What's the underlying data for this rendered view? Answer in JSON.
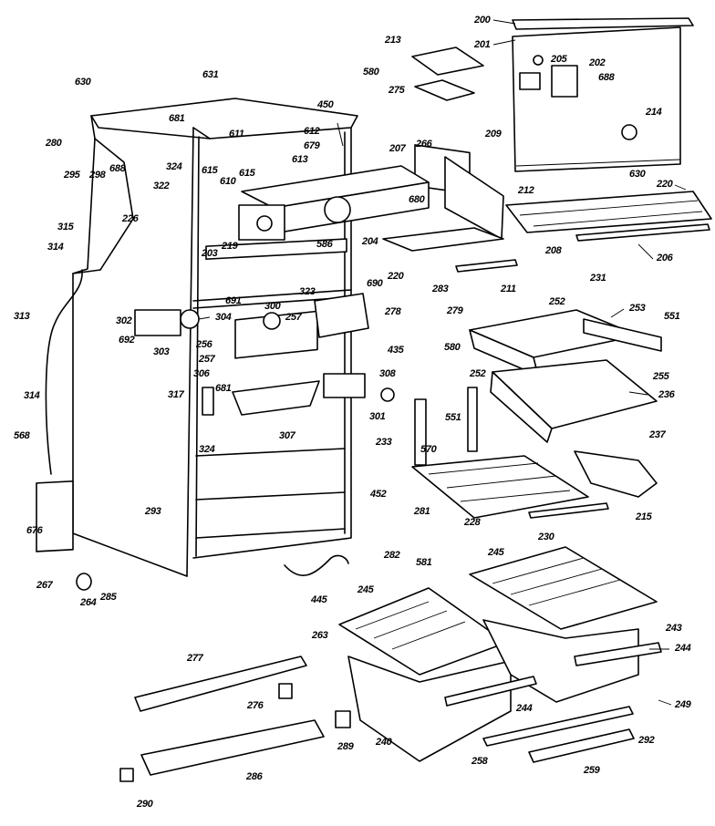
{
  "callouts": [
    {
      "id": "c200",
      "text": "200"
    },
    {
      "id": "c201",
      "text": "201"
    },
    {
      "id": "c205",
      "text": "205"
    },
    {
      "id": "c202",
      "text": "202"
    },
    {
      "id": "c688a",
      "text": "688"
    },
    {
      "id": "c214",
      "text": "214"
    },
    {
      "id": "c630a",
      "text": "630"
    },
    {
      "id": "c220a",
      "text": "220"
    },
    {
      "id": "c208a",
      "text": "208"
    },
    {
      "id": "c206",
      "text": "206"
    },
    {
      "id": "c231",
      "text": "231"
    },
    {
      "id": "c213",
      "text": "213"
    },
    {
      "id": "c266",
      "text": "266"
    },
    {
      "id": "c209",
      "text": "209"
    },
    {
      "id": "c212",
      "text": "212"
    },
    {
      "id": "c580a",
      "text": "580"
    },
    {
      "id": "c275",
      "text": "275"
    },
    {
      "id": "c450",
      "text": "450"
    },
    {
      "id": "c630b",
      "text": "630"
    },
    {
      "id": "c631",
      "text": "631"
    },
    {
      "id": "c681",
      "text": "681"
    },
    {
      "id": "c611",
      "text": "611"
    },
    {
      "id": "c612",
      "text": "612"
    },
    {
      "id": "c679",
      "text": "679"
    },
    {
      "id": "c613",
      "text": "613"
    },
    {
      "id": "c615a",
      "text": "615"
    },
    {
      "id": "c615b",
      "text": "615"
    },
    {
      "id": "c610",
      "text": "610"
    },
    {
      "id": "c207",
      "text": "207"
    },
    {
      "id": "c680",
      "text": "680"
    },
    {
      "id": "c280",
      "text": "280"
    },
    {
      "id": "c298",
      "text": "298"
    },
    {
      "id": "c688b",
      "text": "688"
    },
    {
      "id": "c324a",
      "text": "324"
    },
    {
      "id": "c322",
      "text": "322"
    },
    {
      "id": "c295",
      "text": "295"
    },
    {
      "id": "c226",
      "text": "226"
    },
    {
      "id": "c315",
      "text": "315"
    },
    {
      "id": "c314a",
      "text": "314"
    },
    {
      "id": "c203",
      "text": "203"
    },
    {
      "id": "c219",
      "text": "219"
    },
    {
      "id": "c586",
      "text": "586"
    },
    {
      "id": "c204",
      "text": "204"
    },
    {
      "id": "c220b",
      "text": "220"
    },
    {
      "id": "c211",
      "text": "211"
    },
    {
      "id": "c691",
      "text": "691"
    },
    {
      "id": "c323",
      "text": "323"
    },
    {
      "id": "c690",
      "text": "690"
    },
    {
      "id": "c283",
      "text": "283"
    },
    {
      "id": "c279",
      "text": "279"
    },
    {
      "id": "c278",
      "text": "278"
    },
    {
      "id": "c252a",
      "text": "252"
    },
    {
      "id": "c253",
      "text": "253"
    },
    {
      "id": "c551a",
      "text": "551"
    },
    {
      "id": "c313",
      "text": "313"
    },
    {
      "id": "c302",
      "text": "302"
    },
    {
      "id": "c304",
      "text": "304"
    },
    {
      "id": "c300",
      "text": "300"
    },
    {
      "id": "c257a",
      "text": "257"
    },
    {
      "id": "c692",
      "text": "692"
    },
    {
      "id": "c303",
      "text": "303"
    },
    {
      "id": "c256",
      "text": "256"
    },
    {
      "id": "c257b",
      "text": "257"
    },
    {
      "id": "c435",
      "text": "435"
    },
    {
      "id": "c580b",
      "text": "580"
    },
    {
      "id": "c255",
      "text": "255"
    },
    {
      "id": "c236",
      "text": "236"
    },
    {
      "id": "c237",
      "text": "237"
    },
    {
      "id": "c306",
      "text": "306"
    },
    {
      "id": "c681b",
      "text": "681"
    },
    {
      "id": "c308",
      "text": "308"
    },
    {
      "id": "c317",
      "text": "317"
    },
    {
      "id": "c301",
      "text": "301"
    },
    {
      "id": "c307",
      "text": "307"
    },
    {
      "id": "c252b",
      "text": "252"
    },
    {
      "id": "c551b",
      "text": "551"
    },
    {
      "id": "c314b",
      "text": "314"
    },
    {
      "id": "c568",
      "text": "568"
    },
    {
      "id": "c233",
      "text": "233"
    },
    {
      "id": "c570",
      "text": "570"
    },
    {
      "id": "c324b",
      "text": "324"
    },
    {
      "id": "c215",
      "text": "215"
    },
    {
      "id": "c228",
      "text": "228"
    },
    {
      "id": "c230",
      "text": "230"
    },
    {
      "id": "c452",
      "text": "452"
    },
    {
      "id": "c281",
      "text": "281"
    },
    {
      "id": "c293",
      "text": "293"
    },
    {
      "id": "c282",
      "text": "282"
    },
    {
      "id": "c581",
      "text": "581"
    },
    {
      "id": "c676",
      "text": "676"
    },
    {
      "id": "c267",
      "text": "267"
    },
    {
      "id": "c264",
      "text": "264"
    },
    {
      "id": "c285",
      "text": "285"
    },
    {
      "id": "c445",
      "text": "445"
    },
    {
      "id": "c245a",
      "text": "245"
    },
    {
      "id": "c245b",
      "text": "245"
    },
    {
      "id": "c263",
      "text": "263"
    },
    {
      "id": "c243",
      "text": "243"
    },
    {
      "id": "c244a",
      "text": "244"
    },
    {
      "id": "c277",
      "text": "277"
    },
    {
      "id": "c276",
      "text": "276"
    },
    {
      "id": "c244b",
      "text": "244"
    },
    {
      "id": "c249",
      "text": "249"
    },
    {
      "id": "c289",
      "text": "289"
    },
    {
      "id": "c240",
      "text": "240"
    },
    {
      "id": "c258",
      "text": "258"
    },
    {
      "id": "c292",
      "text": "292"
    },
    {
      "id": "c286",
      "text": "286"
    },
    {
      "id": "c259",
      "text": "259"
    },
    {
      "id": "c290",
      "text": "290"
    }
  ]
}
